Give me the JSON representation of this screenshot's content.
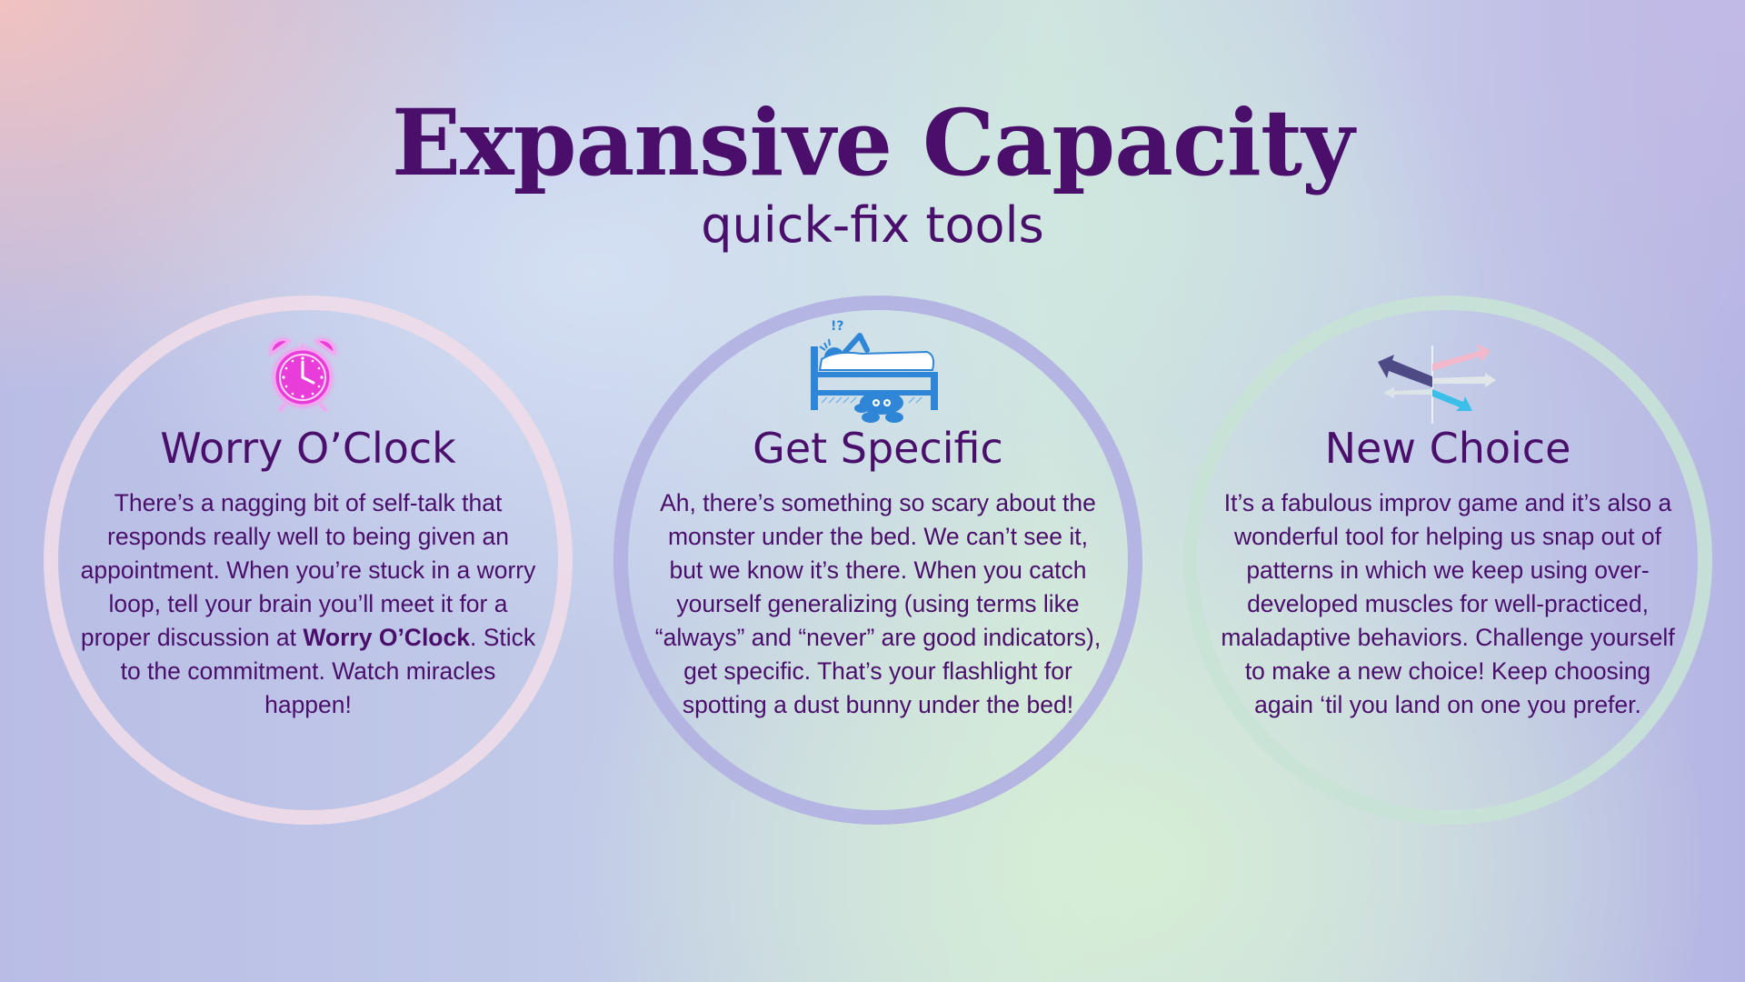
{
  "header": {
    "title": "Expansive Capacity",
    "subtitle": "quick-fix tools"
  },
  "cards": [
    {
      "icon": "alarm-clock-icon",
      "title": "Worry O’Clock",
      "body_before": "There’s a nagging bit of self-talk that responds really well to being given an appointment. When you’re stuck in a worry loop, tell your brain you’ll meet it for a proper discussion at ",
      "body_bold": "Worry O’Clock",
      "body_after": ". Stick to the commitment. Watch miracles happen!",
      "ring_color": "#f0dce8"
    },
    {
      "icon": "monster-under-bed-icon",
      "title": "Get Specific",
      "body": "Ah, there’s something so scary about the monster under the bed. We can’t see it, but we know it’s there. When you catch yourself generalizing (using terms like “always” and “never” are good indicators), get specific. That’s your flashlight for spotting a dust bunny under the bed!",
      "ring_color": "#b2b2e2"
    },
    {
      "icon": "direction-arrows-icon",
      "title": "New Choice",
      "body": "It’s a fabulous improv game and it’s also a wonderful tool for helping us snap out of patterns in which we keep using over-developed muscles for well-practiced, maladaptive behaviors. Challenge yourself to make a new choice! Keep choosing again ‘til you land on one you prefer.",
      "ring_color": "#c8e2d6"
    }
  ],
  "colors": {
    "text": "#4a0f6b",
    "alarm_pink": "#e83cd8",
    "bed_blue": "#2f86d6"
  },
  "icon_labels": {
    "exclaim": "!?"
  }
}
